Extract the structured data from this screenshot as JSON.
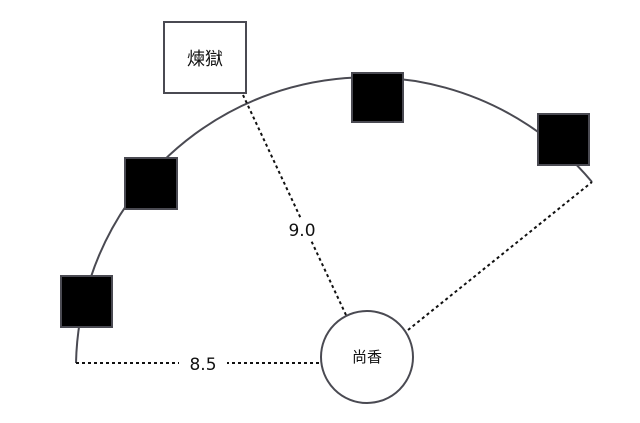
{
  "diagram": {
    "center_node": {
      "label": "尚香"
    },
    "target_node": {
      "label": "煉獄"
    },
    "distances": {
      "to_target": "9.0",
      "radius": "8.5"
    },
    "markers": [
      {
        "name": "marker-1"
      },
      {
        "name": "marker-2"
      },
      {
        "name": "marker-3"
      },
      {
        "name": "marker-4"
      }
    ],
    "colors": {
      "stroke": "#4a4a52",
      "marker_fill": "#000000",
      "background": "#ffffff"
    }
  }
}
